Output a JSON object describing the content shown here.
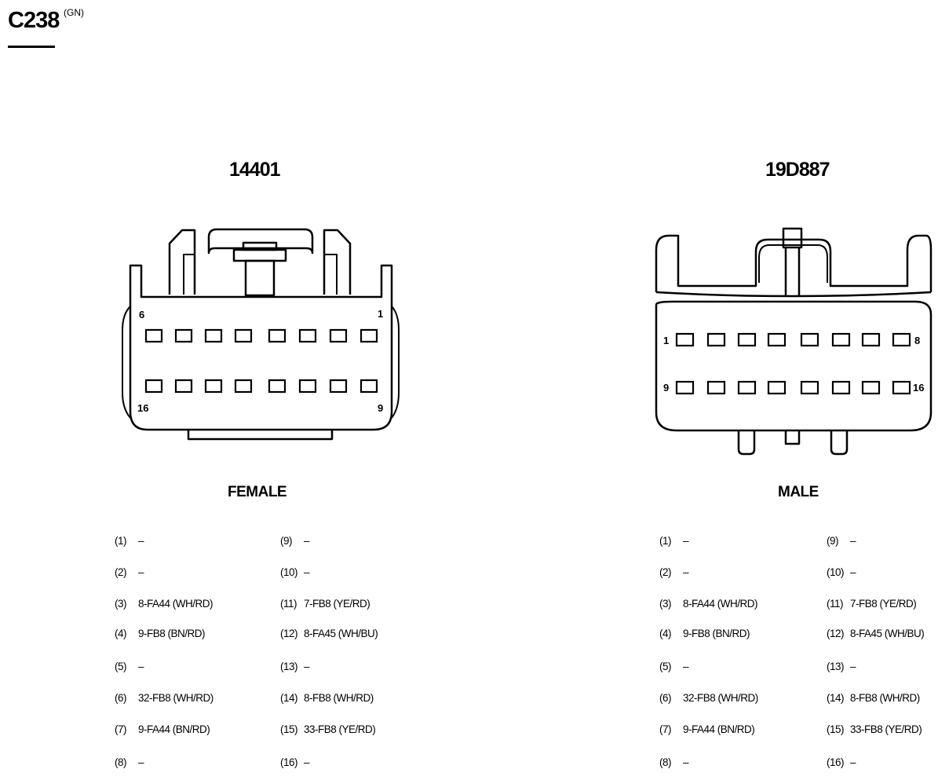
{
  "connector": {
    "title": "C238",
    "color_code": "(GN)"
  },
  "female": {
    "part_number": "14401",
    "gender_label": "FEMALE",
    "corner_labels": {
      "top_left": "6",
      "top_right": "1",
      "bottom_left": "16",
      "bottom_right": "9"
    },
    "pins": [
      {
        "pin": "(1)",
        "circuit": "–"
      },
      {
        "pin": "(2)",
        "circuit": "–"
      },
      {
        "pin": "(3)",
        "circuit": "8-FA44 (WH/RD)"
      },
      {
        "pin": "(4)",
        "circuit": "9-FB8 (BN/RD)"
      },
      {
        "pin": "(5)",
        "circuit": "–"
      },
      {
        "pin": "(6)",
        "circuit": "32-FB8 (WH/RD)"
      },
      {
        "pin": "(7)",
        "circuit": "9-FA44 (BN/RD)"
      },
      {
        "pin": "(8)",
        "circuit": "–"
      },
      {
        "pin": "(9)",
        "circuit": "–"
      },
      {
        "pin": "(10)",
        "circuit": "–"
      },
      {
        "pin": "(11)",
        "circuit": "7-FB8 (YE/RD)"
      },
      {
        "pin": "(12)",
        "circuit": "8-FA45 (WH/BU)"
      },
      {
        "pin": "(13)",
        "circuit": "–"
      },
      {
        "pin": "(14)",
        "circuit": "8-FB8 (WH/RD)"
      },
      {
        "pin": "(15)",
        "circuit": "33-FB8 (YE/RD)"
      },
      {
        "pin": "(16)",
        "circuit": "–"
      }
    ]
  },
  "male": {
    "part_number": "19D887",
    "gender_label": "MALE",
    "corner_labels": {
      "top_left": "1",
      "top_right": "8",
      "bottom_left": "9",
      "bottom_right": "16"
    },
    "pins": [
      {
        "pin": "(1)",
        "circuit": "–"
      },
      {
        "pin": "(2)",
        "circuit": "–"
      },
      {
        "pin": "(3)",
        "circuit": "8-FA44 (WH/RD)"
      },
      {
        "pin": "(4)",
        "circuit": "9-FB8 (BN/RD)"
      },
      {
        "pin": "(5)",
        "circuit": "–"
      },
      {
        "pin": "(6)",
        "circuit": "32-FB8 (WH/RD)"
      },
      {
        "pin": "(7)",
        "circuit": "9-FA44 (BN/RD)"
      },
      {
        "pin": "(8)",
        "circuit": "–"
      },
      {
        "pin": "(9)",
        "circuit": "–"
      },
      {
        "pin": "(10)",
        "circuit": "–"
      },
      {
        "pin": "(11)",
        "circuit": "7-FB8 (YE/RD)"
      },
      {
        "pin": "(12)",
        "circuit": "8-FA45 (WH/BU)"
      },
      {
        "pin": "(13)",
        "circuit": "–"
      },
      {
        "pin": "(14)",
        "circuit": "8-FB8 (WH/RD)"
      },
      {
        "pin": "(15)",
        "circuit": "33-FB8 (YE/RD)"
      },
      {
        "pin": "(16)",
        "circuit": "–"
      }
    ]
  }
}
